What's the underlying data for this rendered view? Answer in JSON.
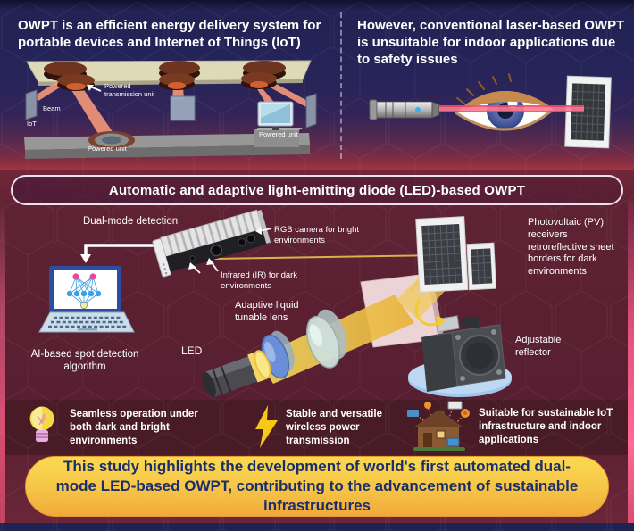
{
  "panel_owpt_intro": {
    "title": "OWPT is an efficient energy delivery system for portable devices and Internet of Things (IoT)",
    "labels": {
      "powered_transmission_unit": "Powered transmission unit",
      "beam": "Beam",
      "iot": "IoT",
      "powered_unit_floor": "Powered unit",
      "powered_unit_desk": "Powered unit"
    }
  },
  "panel_laser_issue": {
    "title": "However, conventional laser-based OWPT is unsuitable for indoor applications due to safety issues"
  },
  "section_banner": {
    "title": "Automatic and adaptive light-emitting diode (LED)-based OWPT"
  },
  "system_diagram": {
    "dual_mode_detection": "Dual-mode detection",
    "rgb_camera": "RGB camera for bright environments",
    "infrared": "Infrared (IR) for dark environments",
    "pv_receivers": "Photovoltaic (PV) receivers retroreflective sheet borders for dark environments",
    "ai_algorithm": "AI-based spot detection algorithm",
    "led": "LED",
    "tunable_lens": "Adaptive liquid tunable lens",
    "adjustable_reflector": "Adjustable reflector"
  },
  "benefits": [
    {
      "icon": "lightbulb-icon",
      "text": "Seamless operation under both dark and bright environments"
    },
    {
      "icon": "lightning-bolt-icon",
      "text": "Stable and versatile wireless power transmission"
    },
    {
      "icon": "smart-home-icon",
      "text": "Suitable for sustainable IoT infrastructure and indoor applications"
    }
  ],
  "conclusion_banner": {
    "text": "This study highlights the development of world's first automated dual-mode LED-based OWPT, contributing to the advancement of sustainable infrastructures"
  },
  "colors": {
    "top_background": "#262459",
    "middle_background": "#5c2134",
    "benefits_background": "#491b26",
    "accent_pink": "#e0537c",
    "banner_yellow": "#f6c446",
    "banner_text_navy": "#1b2d6b",
    "beam_orange": "#f0957a",
    "beam_yellow": "#f0c040",
    "laser_red": "#ef4b6e"
  }
}
